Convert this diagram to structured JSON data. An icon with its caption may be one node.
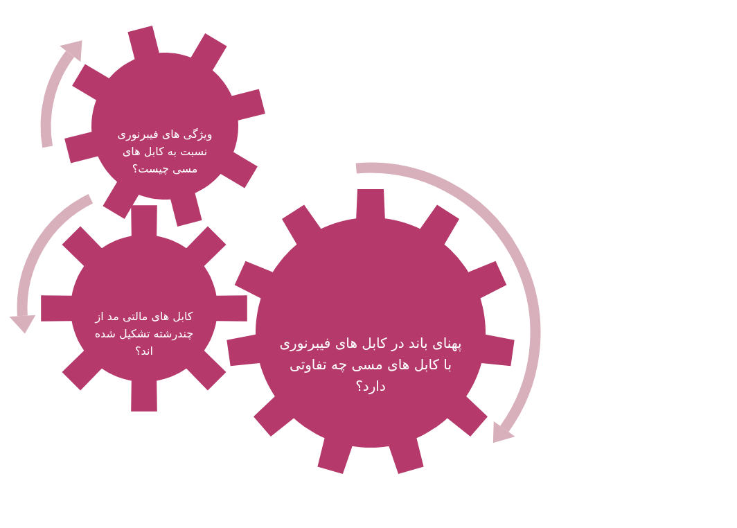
{
  "diagram": {
    "nodes": [
      {
        "text": [
          "ویژگی های فیبرنوری نسبت به کابل های مسی چیست؟"
        ]
      },
      {
        "text": [
          "کابل های مالتی مد از چندرشته تشکیل شده اند؟"
        ]
      },
      {
        "text": [
          "پهنای باند در کابل های فیبرنوری با کابل های مسی چه تفاوتی دارد؟"
        ]
      }
    ]
  }
}
